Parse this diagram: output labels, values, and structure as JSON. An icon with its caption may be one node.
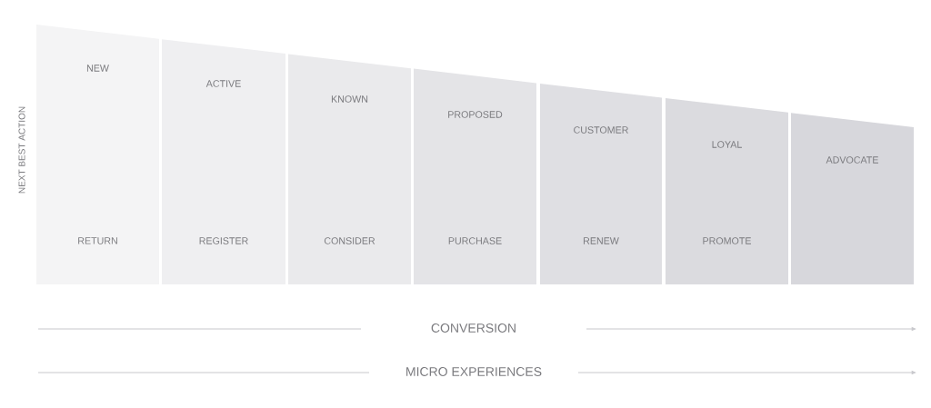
{
  "diagram": {
    "nodes": [
      {
        "text": [
          "NEW",
          "RETURN"
        ]
      },
      {
        "text": [
          "ACTIVE",
          "REGISTER"
        ]
      },
      {
        "text": [
          "KNOWN",
          "CONSIDER"
        ]
      },
      {
        "text": [
          "PROPOSED",
          "PURCHASE"
        ]
      },
      {
        "text": [
          "CUSTOMER",
          "RENEW"
        ]
      },
      {
        "text": [
          "LOYAL",
          "PROMOTE"
        ]
      },
      {
        "text": [
          "ADVOCATE"
        ]
      }
    ],
    "labels": [
      "NEXT BEST ACTION",
      "CONVERSION",
      "MICRO EXPERIENCES"
    ]
  }
}
